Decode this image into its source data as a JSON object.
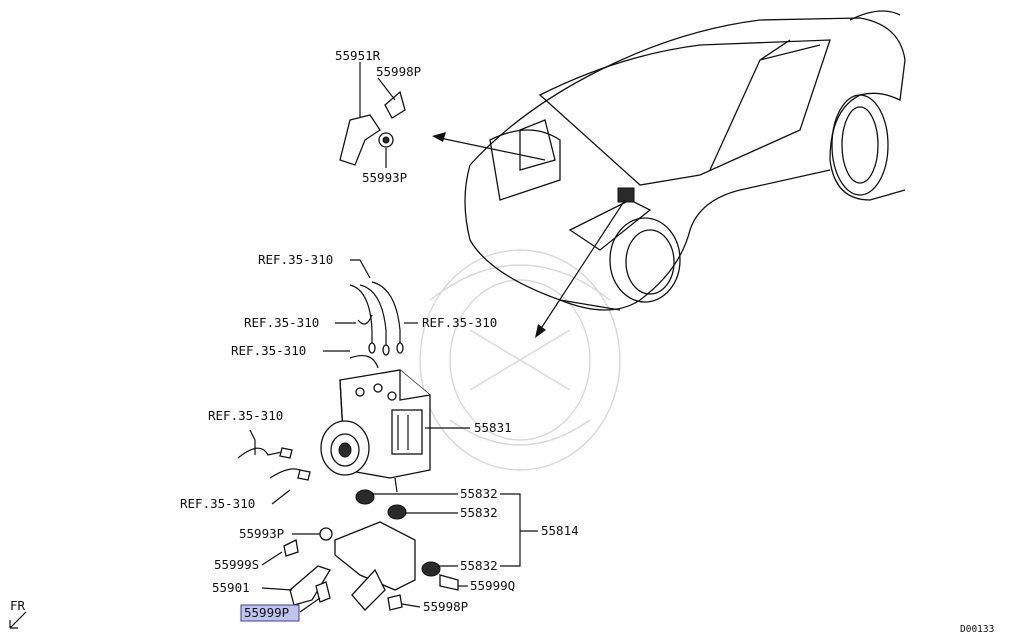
{
  "labels": {
    "p55951R": "55951R",
    "p55998P_top": "55998P",
    "p55993P_top": "55993P",
    "ref1": "REF.35-310",
    "ref2": "REF.35-310",
    "ref3": "REF.35-310",
    "ref4": "REF.35-310",
    "ref5": "REF.35-310",
    "ref6": "REF.35-310",
    "p55831": "55831",
    "p55832_a": "55832",
    "p55832_b": "55832",
    "p55832_c": "55832",
    "p55814": "55814",
    "p55993P_bot": "55993P",
    "p55999S": "55999S",
    "p55901": "55901",
    "p55999P": "55999P",
    "p55998P_bot": "55998P",
    "p55999Q": "55999Q",
    "fr": "FR",
    "diagram_code": "D00133"
  },
  "highlight_color": "#bfc3f0"
}
